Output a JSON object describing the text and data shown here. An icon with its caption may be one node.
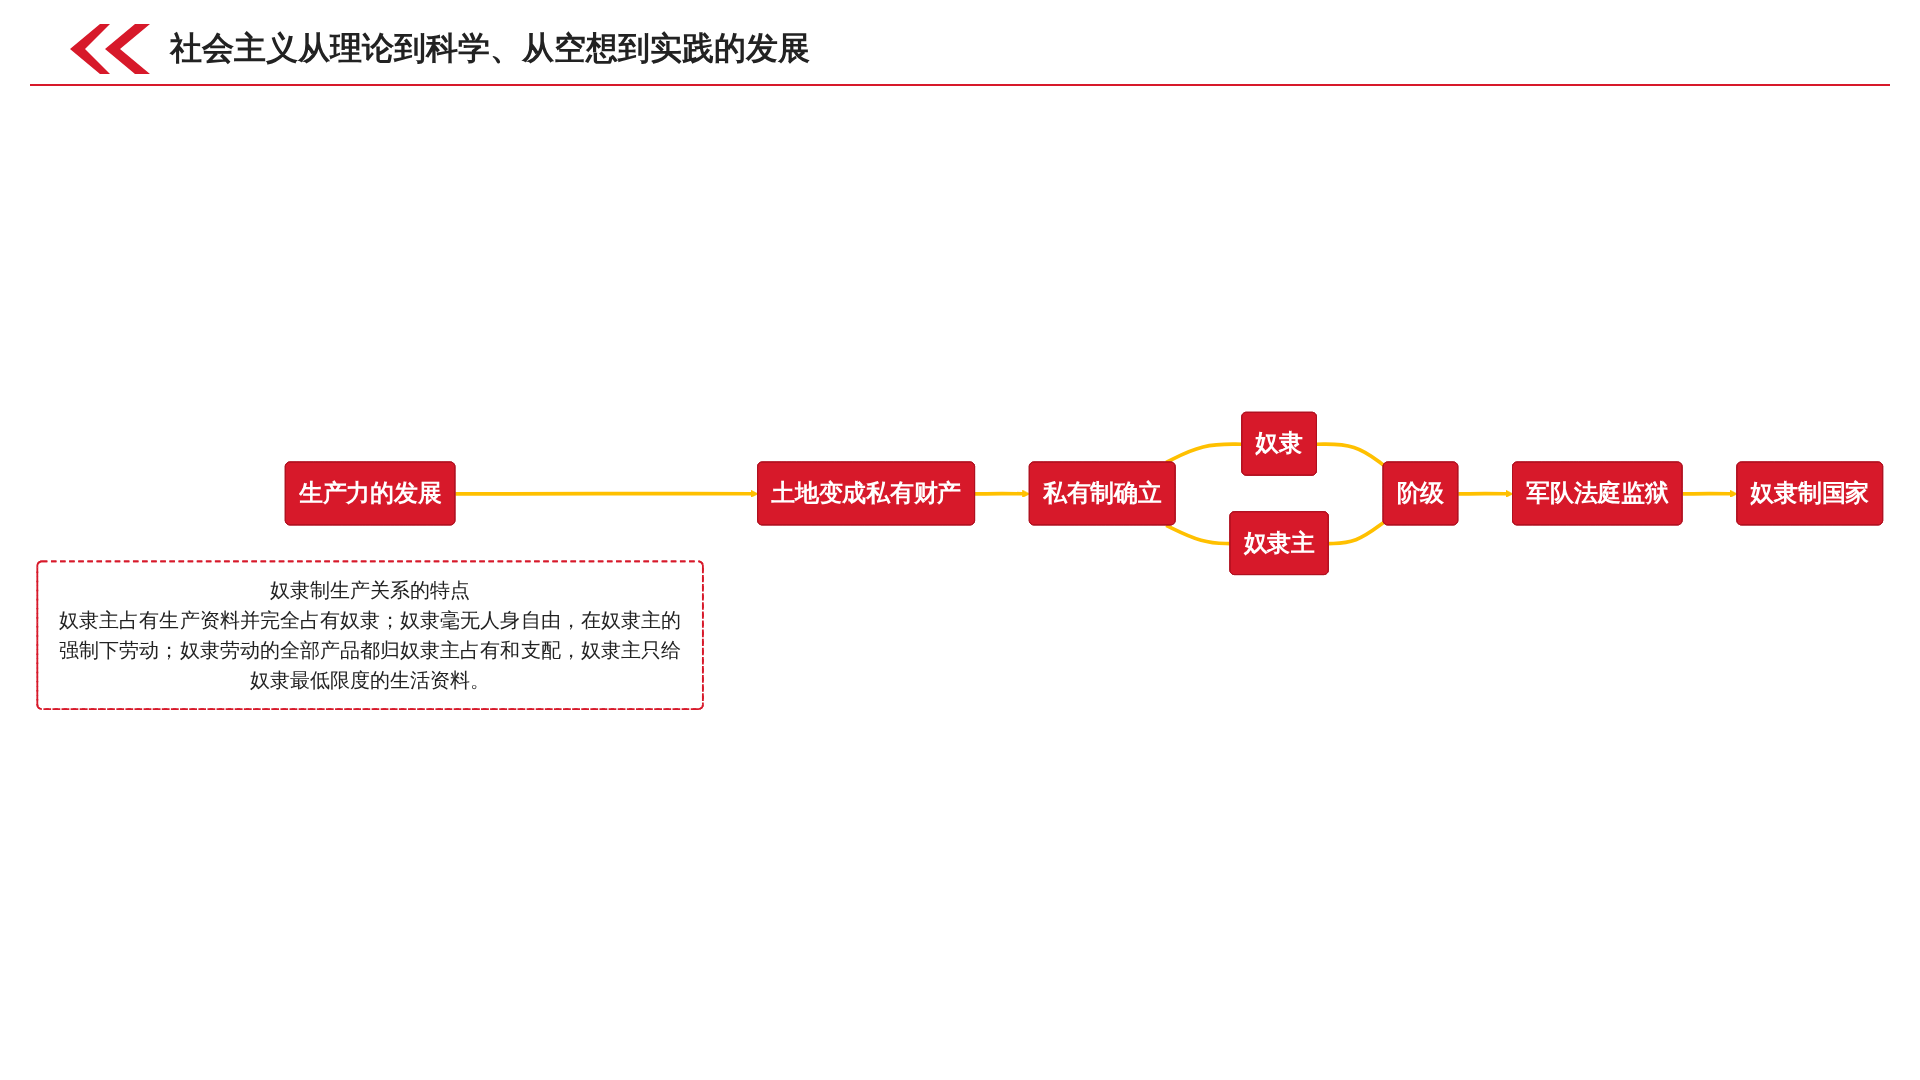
{
  "diagram": {
    "title": "社会主义从理论到科学、从空想到实践的发展",
    "nodes": [
      {
        "text": [
          "生产力的发展"
        ]
      },
      {
        "text": [
          "土地变成私有财产"
        ]
      },
      {
        "text": [
          "私有制确立"
        ]
      },
      {
        "text": [
          "奴隶"
        ]
      },
      {
        "text": [
          "奴隶主"
        ]
      },
      {
        "text": [
          "阶级"
        ]
      },
      {
        "text": [
          "军队法庭监狱"
        ]
      },
      {
        "text": [
          "奴隶制国家"
        ]
      },
      {
        "text": [
          "奴隶制生产关系的特点",
          "奴隶主占有生产资料并完全占有奴隶；奴隶毫无人身自由，在奴隶主的强制下劳动；奴隶劳动的全部产品都归奴隶主占有和支配，奴隶主只给奴隶最低限度的生活资料。"
        ]
      }
    ],
    "edges": [
      {
        "from": 0,
        "to": 1,
        "arrow": "to"
      },
      {
        "from": 1,
        "to": 2,
        "arrow": "to"
      },
      {
        "from": 2,
        "to": 3,
        "arrow": "none"
      },
      {
        "from": 2,
        "to": 4,
        "arrow": "none"
      },
      {
        "from": 3,
        "to": 5,
        "arrow": "none"
      },
      {
        "from": 4,
        "to": 5,
        "arrow": "none"
      },
      {
        "from": 5,
        "to": 6,
        "arrow": "to"
      },
      {
        "from": 6,
        "to": 7,
        "arrow": "to"
      }
    ]
  }
}
